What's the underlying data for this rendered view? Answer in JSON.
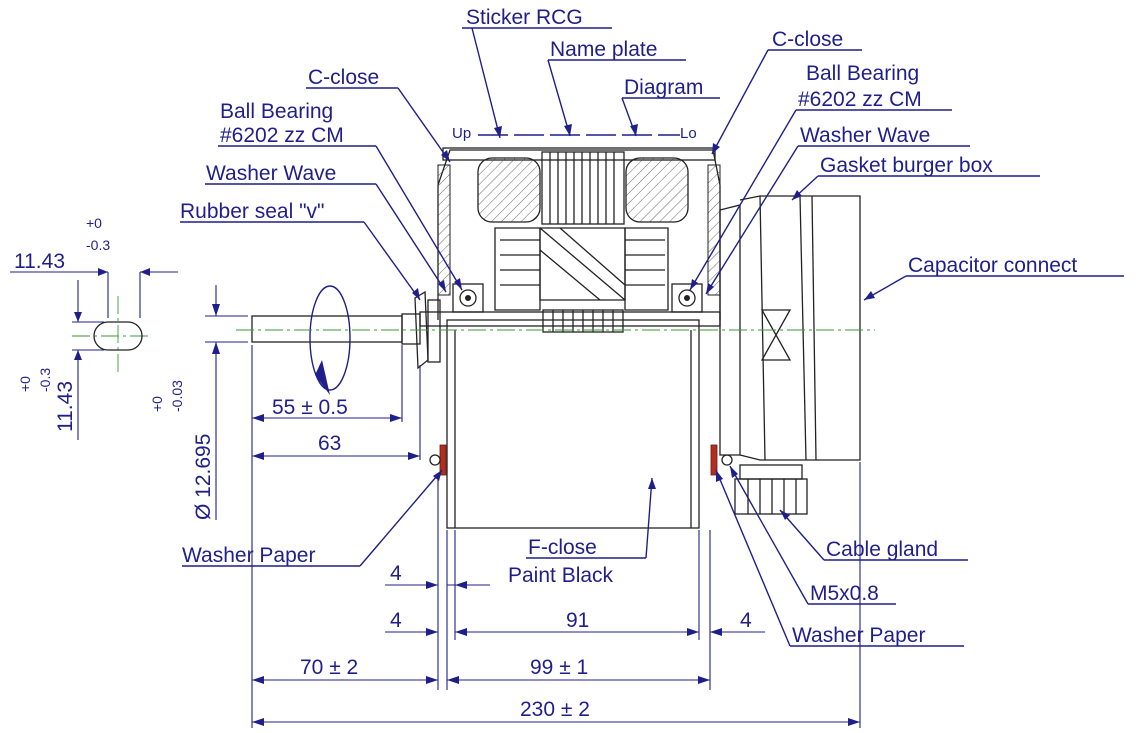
{
  "labels": {
    "sticker_rcg": "Sticker RCG",
    "name_plate": "Name plate",
    "diagram": "Diagram",
    "c_close_left": "C-close",
    "c_close_right": "C-close",
    "ball_bearing_left_1": "Ball Bearing",
    "ball_bearing_left_2": "#6202 zz CM",
    "ball_bearing_right_1": "Ball Bearing",
    "ball_bearing_right_2": "#6202 zz CM",
    "washer_wave_left": "Washer Wave",
    "washer_wave_right": "Washer Wave",
    "gasket_burger_box": "Gasket burger box",
    "rubber_seal": "Rubber seal \"v\"",
    "capacitor_connect": "Capacitor connect",
    "washer_paper_left": "Washer Paper",
    "washer_paper_right": "Washer Paper",
    "cable_gland": "Cable gland",
    "m5x08": "M5x0.8",
    "f_close": "F-close",
    "paint_black": "Paint Black",
    "up": "Up",
    "lo": "Lo"
  },
  "dimensions": {
    "d_11_43_top": "11.43",
    "tol_top_plus": "+0",
    "tol_top_minus": "-0.3",
    "d_11_43_side": "11.43",
    "tol_side_plus": "+0",
    "tol_side_minus": "-0.3",
    "d_12_695": "Ø 12.695",
    "tol_shaft_plus": "+0",
    "tol_shaft_minus": "-0.03",
    "d_55": "55  ± 0.5",
    "d_63": "63",
    "d_4_a": "4",
    "d_4_b": "4",
    "d_91": "91",
    "d_4_c": "4",
    "d_70": "70  ± 2",
    "d_99": "99  ± 1",
    "d_230": "230  ± 2"
  },
  "colors": {
    "annotation": "#1f1f8c",
    "outline": "#222222",
    "centerline": "#3a9a3a",
    "washer_paper": "#b03020"
  }
}
